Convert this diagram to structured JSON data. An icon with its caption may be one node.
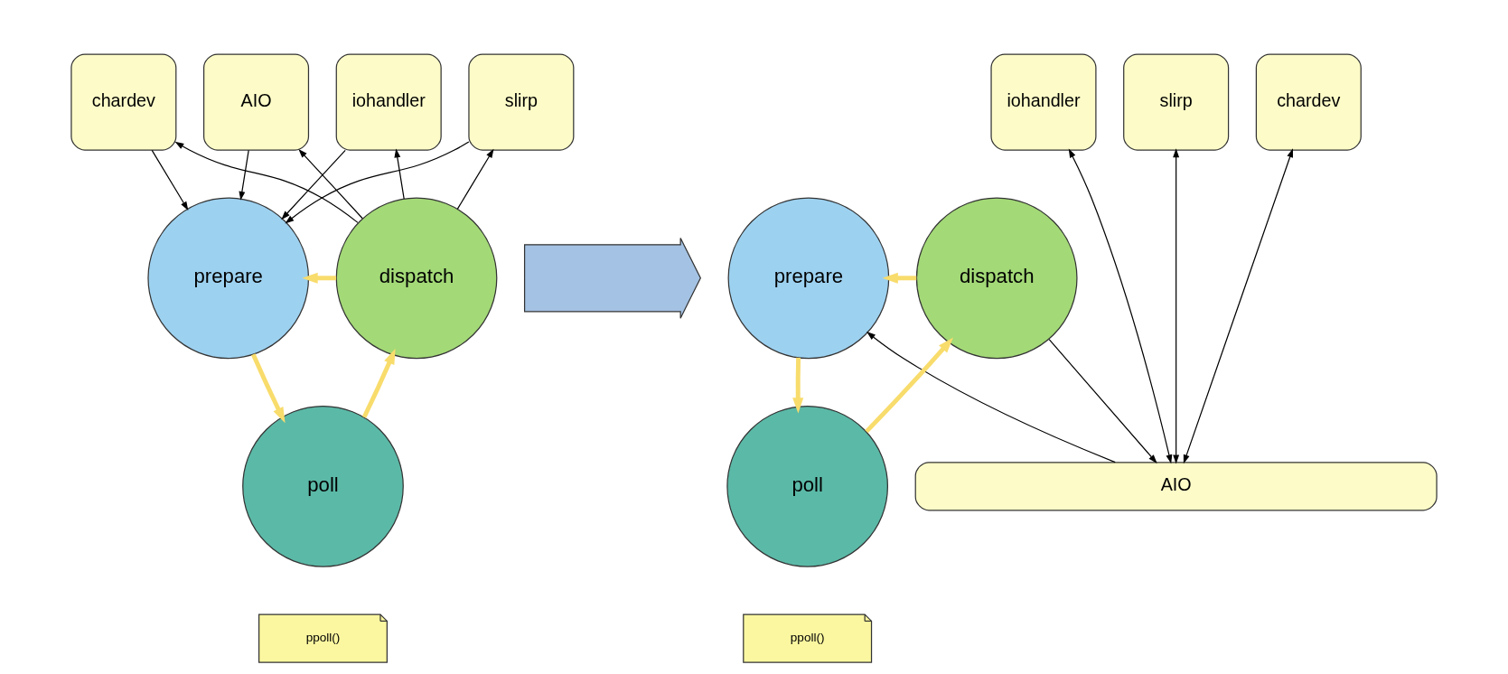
{
  "diagram": {
    "nodes": [
      {
        "text": [
          "AIO"
        ]
      },
      {
        "text": [
          "iohandler"
        ]
      },
      {
        "text": [
          "slirp"
        ]
      },
      {
        "text": [
          "chardev"
        ]
      },
      {
        "text": [
          "prepare"
        ]
      },
      {
        "text": [
          "dispatch"
        ]
      },
      {
        "text": [
          "poll"
        ]
      },
      {
        "text": [
          "ppoll()"
        ]
      },
      {
        "text": [],
        "shape": "arrow"
      },
      {
        "text": [
          "iohandler"
        ]
      },
      {
        "text": [
          "slirp"
        ]
      },
      {
        "text": [
          "chardev"
        ]
      },
      {
        "text": [
          "AIO"
        ]
      },
      {
        "text": [
          "prepare"
        ]
      },
      {
        "text": [
          "dispatch"
        ]
      },
      {
        "text": [
          "poll"
        ]
      },
      {
        "text": [
          "ppoll()"
        ]
      }
    ],
    "edges": [
      {
        "from": 0,
        "to": 4,
        "arrow": "to"
      },
      {
        "from": 1,
        "to": 4,
        "arrow": "to"
      },
      {
        "from": 2,
        "to": 4,
        "arrow": "to"
      },
      {
        "from": 3,
        "to": 4,
        "arrow": "to"
      },
      {
        "from": 5,
        "to": 0,
        "arrow": "to"
      },
      {
        "from": 5,
        "to": 1,
        "arrow": "to"
      },
      {
        "from": 5,
        "to": 2,
        "arrow": "to"
      },
      {
        "from": 5,
        "to": 3,
        "arrow": "to"
      },
      {
        "from": 5,
        "to": 4,
        "arrow": "to",
        "style": "thick",
        "color": "#f8dc6c"
      },
      {
        "from": 4,
        "to": 6,
        "arrow": "to",
        "style": "thick",
        "color": "#f8dc6c"
      },
      {
        "from": 6,
        "to": 5,
        "arrow": "to",
        "style": "thick",
        "color": "#f8dc6c"
      },
      {
        "from": 9,
        "to": 12,
        "arrow": "both"
      },
      {
        "from": 10,
        "to": 12,
        "arrow": "both"
      },
      {
        "from": 11,
        "to": 12,
        "arrow": "both"
      },
      {
        "from": 12,
        "to": 13,
        "arrow": "to"
      },
      {
        "from": 14,
        "to": 12,
        "arrow": "to"
      },
      {
        "from": 14,
        "to": 13,
        "arrow": "to",
        "style": "thick",
        "color": "#f8dc6c"
      },
      {
        "from": 13,
        "to": 15,
        "arrow": "to",
        "style": "thick",
        "color": "#f8dc6c"
      },
      {
        "from": 15,
        "to": 14,
        "arrow": "to",
        "style": "thick",
        "color": "#f8dc6c"
      }
    ]
  }
}
